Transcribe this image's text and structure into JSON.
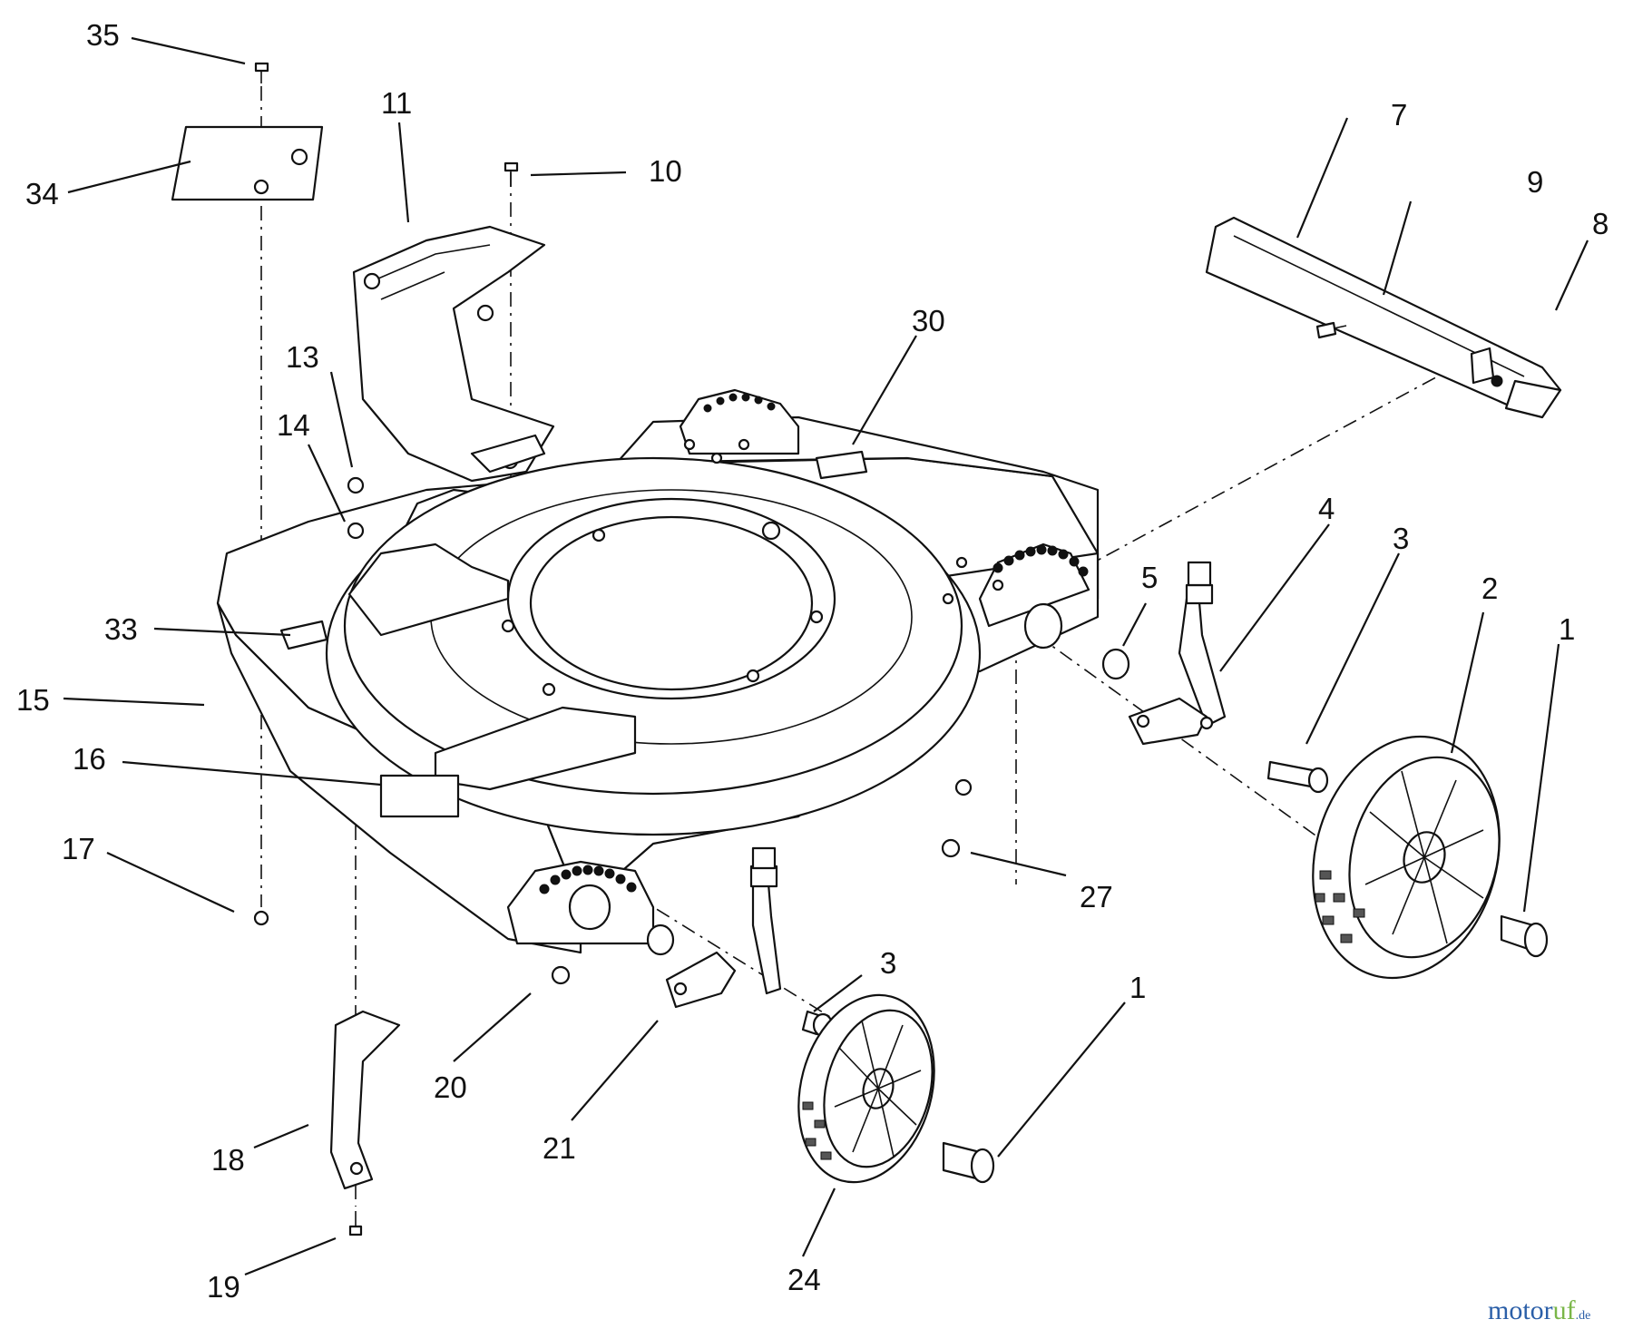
{
  "callouts": {
    "c1a": "1",
    "c1b": "1",
    "c2": "2",
    "c3a": "3",
    "c3b": "3",
    "c4": "4",
    "c5": "5",
    "c7": "7",
    "c8": "8",
    "c9": "9",
    "c10": "10",
    "c11": "11",
    "c13": "13",
    "c14": "14",
    "c15": "15",
    "c16": "16",
    "c17": "17",
    "c18": "18",
    "c19": "19",
    "c20": "20",
    "c21": "21",
    "c24": "24",
    "c27": "27",
    "c30": "30",
    "c33": "33",
    "c34": "34",
    "c35": "35"
  },
  "watermark": {
    "brand_main": "motor",
    "brand_accent": "uf",
    "brand_tld": ".de"
  },
  "colors": {
    "line": "#111111",
    "watermark_blue": "#2b5fa8",
    "watermark_green": "#7ab648"
  }
}
